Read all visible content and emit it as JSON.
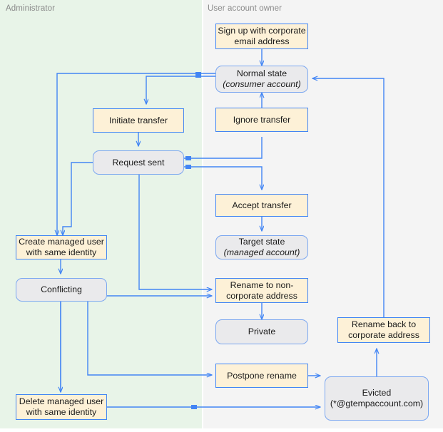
{
  "diagram": {
    "type": "flowchart",
    "lanes": [
      {
        "id": "administrator",
        "title": "Administrator"
      },
      {
        "id": "user-account-owner",
        "title": "User account owner"
      }
    ],
    "colors": {
      "action_fill": "#fdf1d7",
      "state_fill": "#eaeaec",
      "edge": "#4285f4",
      "lane_admin": "#e8f4e8",
      "lane_user": "#f4f4f4",
      "lane_title": "#8a8a8a"
    },
    "nodes": [
      {
        "id": "signup",
        "kind": "action",
        "lane": "user-account-owner",
        "line1": "Sign up with corporate",
        "line2": "email address"
      },
      {
        "id": "normal-state",
        "kind": "state",
        "lane": "user-account-owner",
        "line1": "Normal state",
        "line2": "(consumer account)"
      },
      {
        "id": "initiate-transfer",
        "kind": "action",
        "lane": "administrator",
        "line1": "Initiate transfer",
        "line2": ""
      },
      {
        "id": "ignore-transfer",
        "kind": "action",
        "lane": "user-account-owner",
        "line1": "Ignore transfer",
        "line2": ""
      },
      {
        "id": "request-sent",
        "kind": "state",
        "lane": "administrator",
        "line1": "Request sent",
        "line2": ""
      },
      {
        "id": "accept-transfer",
        "kind": "action",
        "lane": "user-account-owner",
        "line1": "Accept transfer",
        "line2": ""
      },
      {
        "id": "target-state",
        "kind": "state",
        "lane": "user-account-owner",
        "line1": "Target state",
        "line2": "(managed account)"
      },
      {
        "id": "create-managed-user",
        "kind": "action",
        "lane": "administrator",
        "line1": "Create managed user",
        "line2": "with same identity"
      },
      {
        "id": "conflicting",
        "kind": "state",
        "lane": "administrator",
        "line1": "Conflicting",
        "line2": ""
      },
      {
        "id": "rename-noncorp",
        "kind": "action",
        "lane": "user-account-owner",
        "line1": "Rename to non-",
        "line2": "corporate address"
      },
      {
        "id": "private",
        "kind": "state",
        "lane": "user-account-owner",
        "line1": "Private",
        "line2": ""
      },
      {
        "id": "rename-back",
        "kind": "action",
        "lane": "user-account-owner",
        "line1": "Rename back to",
        "line2": "corporate address"
      },
      {
        "id": "postpone-rename",
        "kind": "action",
        "lane": "user-account-owner",
        "line1": "Postpone rename",
        "line2": ""
      },
      {
        "id": "evicted",
        "kind": "state",
        "lane": "user-account-owner",
        "line1": "Evicted",
        "line2": "(*@gtempaccount.com)"
      },
      {
        "id": "delete-managed-user",
        "kind": "action",
        "lane": "administrator",
        "line1": "Delete managed user",
        "line2": "with same identity"
      }
    ],
    "edges": [
      {
        "from": "signup",
        "to": "normal-state"
      },
      {
        "from": "normal-state",
        "to": "initiate-transfer"
      },
      {
        "from": "normal-state",
        "to": "create-managed-user"
      },
      {
        "from": "initiate-transfer",
        "to": "request-sent"
      },
      {
        "from": "request-sent",
        "to": "ignore-transfer"
      },
      {
        "from": "request-sent",
        "to": "accept-transfer"
      },
      {
        "from": "request-sent",
        "to": "rename-noncorp"
      },
      {
        "from": "request-sent",
        "to": "create-managed-user"
      },
      {
        "from": "request-sent",
        "to": "delete-managed-user"
      },
      {
        "from": "ignore-transfer",
        "to": "normal-state"
      },
      {
        "from": "accept-transfer",
        "to": "target-state"
      },
      {
        "from": "create-managed-user",
        "to": "conflicting"
      },
      {
        "from": "conflicting",
        "to": "rename-noncorp"
      },
      {
        "from": "conflicting",
        "to": "postpone-rename"
      },
      {
        "from": "conflicting",
        "to": "delete-managed-user"
      },
      {
        "from": "rename-noncorp",
        "to": "private"
      },
      {
        "from": "postpone-rename",
        "to": "evicted"
      },
      {
        "from": "delete-managed-user",
        "to": "evicted"
      },
      {
        "from": "evicted",
        "to": "rename-back"
      },
      {
        "from": "rename-back",
        "to": "normal-state"
      }
    ]
  }
}
